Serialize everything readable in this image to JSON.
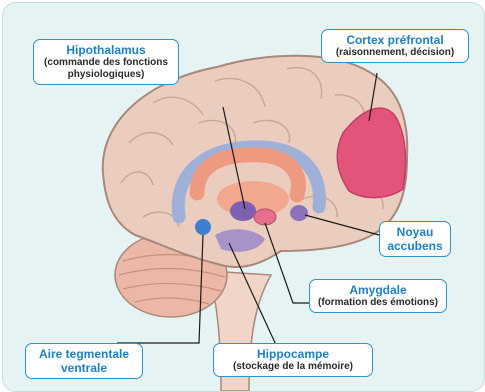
{
  "labels": {
    "hypothalamus": {
      "title": "Hipothalamus",
      "subtitle": "(commande des fonctions physiologiques)"
    },
    "cortex": {
      "title": "Cortex préfrontal",
      "subtitle": "(raisonnement, décision)"
    },
    "noyau": {
      "title": "Noyau accubens"
    },
    "amygdale": {
      "title": "Amygdale",
      "subtitle": "(formation des émotions)"
    },
    "aire": {
      "title": "Aire tegmentale ventrale"
    },
    "hippocampe": {
      "title": "Hippocampe",
      "subtitle": "(stockage de la mémoire)"
    }
  },
  "colors": {
    "background": "#e6f3f3",
    "brain": "#ebcdbf",
    "cortex_prefrontal": "#e2547a",
    "limbic": "#ee9a80",
    "blue_structures": "#9fb0d8",
    "purple_structures": "#8c72b8",
    "label_border": "#2e93c9",
    "label_title": "#1d80c3"
  }
}
